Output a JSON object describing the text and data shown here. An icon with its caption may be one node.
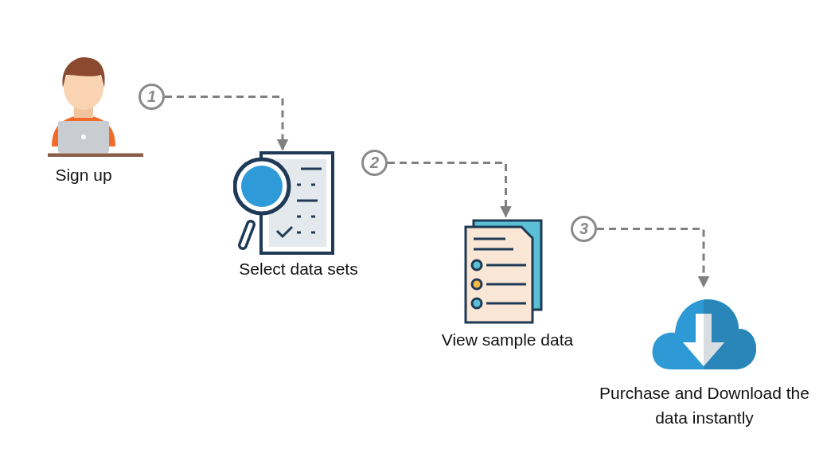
{
  "diagram": {
    "nodes": [
      {
        "text": [
          "Sign up"
        ]
      },
      {
        "text": [
          "1"
        ]
      },
      {
        "text": [
          "Select data sets"
        ]
      },
      {
        "text": [
          "2"
        ]
      },
      {
        "text": [
          "View sample data"
        ]
      },
      {
        "text": [
          "3"
        ]
      },
      {
        "text": [
          "Purchase and Download the data instantly"
        ]
      }
    ],
    "edges": [
      {
        "from": 1,
        "to": 2,
        "arrow": "to",
        "style": "dashed",
        "color": "#808080"
      },
      {
        "from": 3,
        "to": 4,
        "arrow": "to",
        "style": "dashed",
        "color": "#808080"
      },
      {
        "from": 5,
        "to": 6,
        "arrow": "to",
        "style": "dashed",
        "color": "#808080"
      }
    ]
  }
}
